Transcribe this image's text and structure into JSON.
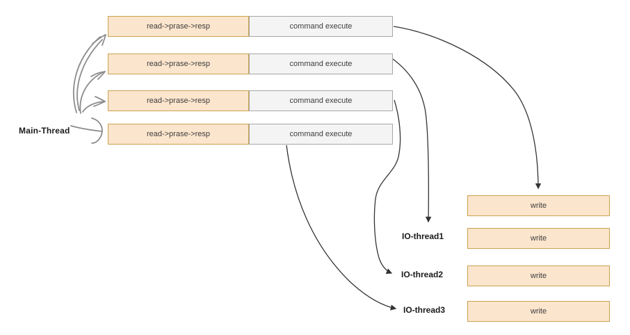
{
  "diagram": {
    "main_thread": {
      "label": "Main-Thread"
    },
    "rows": [
      {
        "read_label": "read->prase->resp",
        "execute_label": "command execute"
      },
      {
        "read_label": "read->prase->resp",
        "execute_label": "command execute"
      },
      {
        "read_label": "read->prase->resp",
        "execute_label": "command execute"
      },
      {
        "read_label": "read->prase->resp",
        "execute_label": "command execute"
      }
    ],
    "io_thread_labels": [
      "IO-thread1",
      "IO-thread2",
      "IO-thread3"
    ],
    "write_labels": [
      "write",
      "write",
      "write",
      "write"
    ],
    "colors": {
      "thread_box_fill": "#fce5cd",
      "thread_box_border": "#c9a24e",
      "execute_box_fill": "#f4f4f4",
      "execute_box_border": "#a6a6a6",
      "arrow_black": "#333333",
      "arrow_sketch": "#8c8c8c"
    }
  }
}
